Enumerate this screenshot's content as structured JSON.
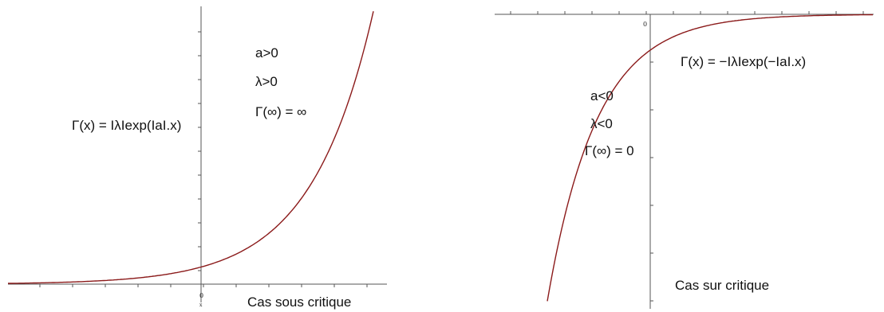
{
  "chart_data": [
    {
      "type": "line",
      "curve_color": "#8b1a1a",
      "axis_color": "#555555",
      "formula": "Γ(x) = IλIexp(IaI.x)",
      "conditions": [
        "a>0",
        "λ>0",
        "Γ(∞) = ∞"
      ],
      "caption": "Cas sous critique",
      "tick_labels": {
        "origin": "0",
        "origin_sub": "x"
      },
      "function": "exp",
      "rate": 1,
      "amplitude": 1,
      "xlim": [
        -3,
        3
      ],
      "grid": false
    },
    {
      "type": "line",
      "curve_color": "#8b1a1a",
      "axis_color": "#555555",
      "formula": "Γ(x) = −IλIexp(−IaI.x)",
      "conditions": [
        "a<0",
        "λ<0",
        "Γ(∞) = 0"
      ],
      "caption": "Cas sur critique",
      "tick_labels": {
        "origin": "0"
      },
      "function": "neg_exp_decay",
      "rate": 1,
      "amplitude": 1,
      "xlim": [
        -5,
        7
      ],
      "grid": false
    }
  ]
}
